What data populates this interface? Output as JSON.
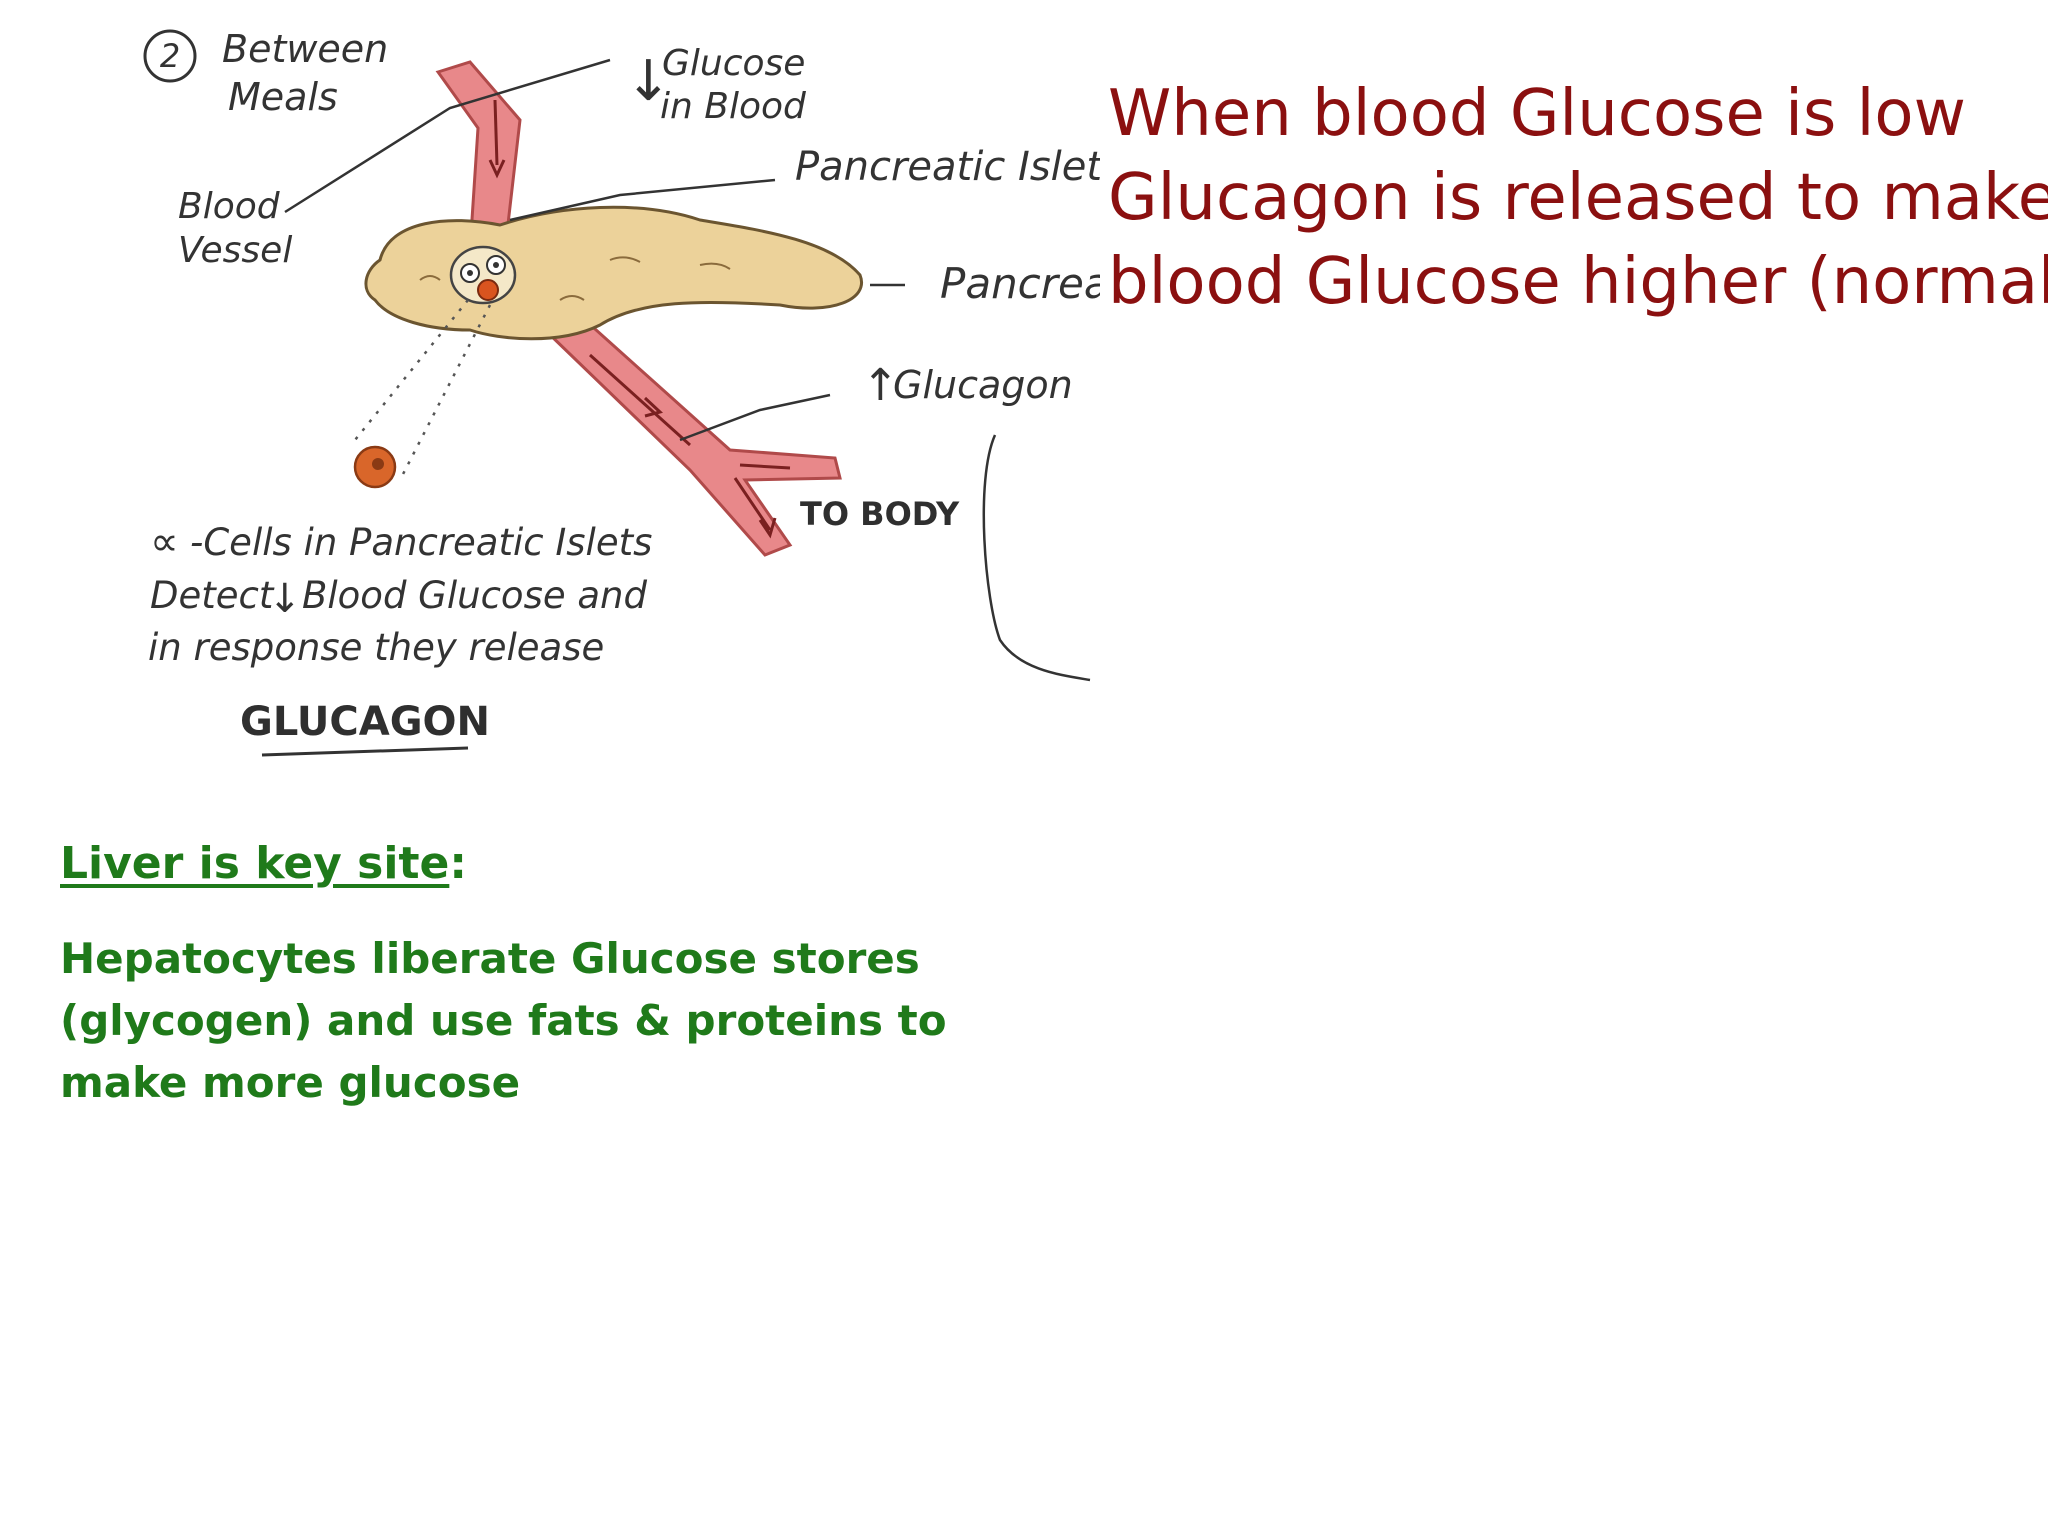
{
  "diagram": {
    "step_number": "2",
    "step_title_line1": "Between",
    "step_title_line2": "Meals",
    "glucose_blood_line1": "Glucose",
    "glucose_blood_line2": "in Blood",
    "pancreatic_islet": "Pancreatic Islet",
    "blood_vessel_line1": "Blood",
    "blood_vessel_line2": "Vessel",
    "pancreas": "Pancreas",
    "glucagon_up": "Glucagon",
    "to_body": "TO BODY",
    "alpha_cells_line1": "-Cells in Pancreatic Islets",
    "alpha_cells_line2_a": "Detect",
    "alpha_cells_line2_b": "Blood Glucose and",
    "alpha_cells_line3": "in response they release",
    "glucagon_caps": "GLUCAGON",
    "arrow_down_glyph": "↓",
    "arrow_up_glyph": "↑",
    "alpha_glyph": "∝"
  },
  "headline": {
    "line1": "When blood Glucose is low",
    "line2": "Glucagon is released to make",
    "line3": "blood Glucose higher (normal)",
    "color": "#8b1010"
  },
  "liver": {
    "heading": "Liver is key site",
    "heading_colon": ":",
    "body_line1": "Hepatocytes liberate Glucose stores",
    "body_line2": "(glycogen) and use fats & proteins to",
    "body_line3": "make more glucose",
    "color": "#1f7a1a"
  }
}
